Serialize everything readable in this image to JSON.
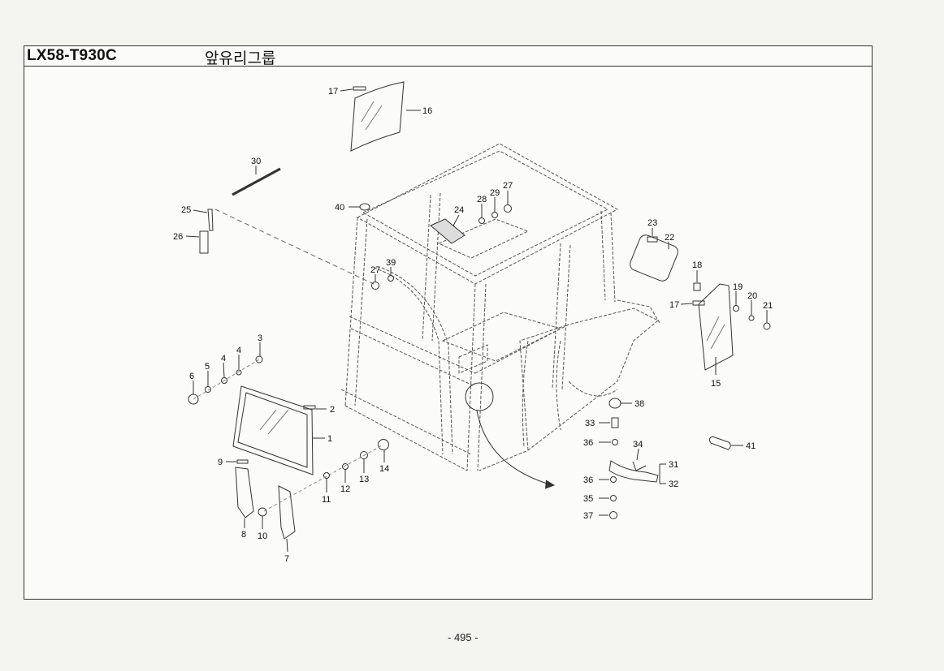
{
  "header": {
    "model": "LX58-T930C",
    "group_title": "앞유리그룹"
  },
  "footer": {
    "page_number": "- 495 -"
  },
  "callouts": [
    {
      "label": "17"
    },
    {
      "label": "16"
    },
    {
      "label": "30"
    },
    {
      "label": "25"
    },
    {
      "label": "26"
    },
    {
      "label": "40"
    },
    {
      "label": "24"
    },
    {
      "label": "28"
    },
    {
      "label": "29"
    },
    {
      "label": "27"
    },
    {
      "label": "27"
    },
    {
      "label": "39"
    },
    {
      "label": "23"
    },
    {
      "label": "22"
    },
    {
      "label": "18"
    },
    {
      "label": "17"
    },
    {
      "label": "19"
    },
    {
      "label": "20"
    },
    {
      "label": "21"
    },
    {
      "label": "15"
    },
    {
      "label": "3"
    },
    {
      "label": "4"
    },
    {
      "label": "4"
    },
    {
      "label": "5"
    },
    {
      "label": "6"
    },
    {
      "label": "2"
    },
    {
      "label": "1"
    },
    {
      "label": "9"
    },
    {
      "label": "8"
    },
    {
      "label": "10"
    },
    {
      "label": "7"
    },
    {
      "label": "11"
    },
    {
      "label": "12"
    },
    {
      "label": "13"
    },
    {
      "label": "14"
    },
    {
      "label": "38"
    },
    {
      "label": "33"
    },
    {
      "label": "36"
    },
    {
      "label": "34"
    },
    {
      "label": "31"
    },
    {
      "label": "32"
    },
    {
      "label": "36"
    },
    {
      "label": "35"
    },
    {
      "label": "37"
    },
    {
      "label": "41"
    }
  ]
}
